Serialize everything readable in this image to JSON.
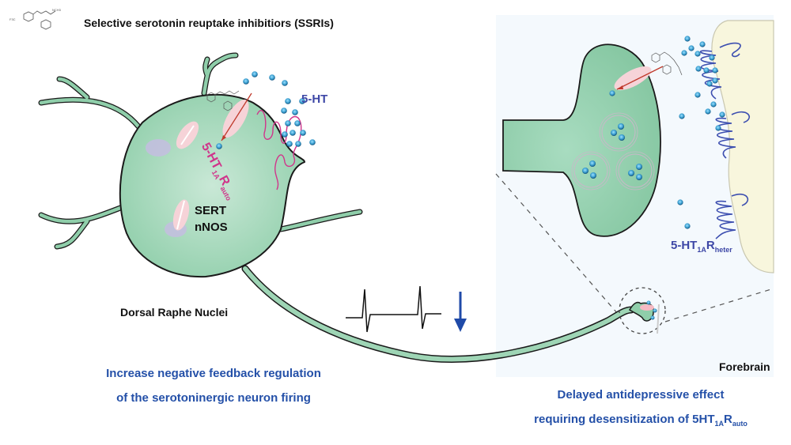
{
  "header": {
    "title": "Selective serotonin reuptake inhibitiors (SSRIs)",
    "molecule_icon": "fluoxetine-structure-icon"
  },
  "left_panel": {
    "region_label": "Dorsal Raphe Nuclei",
    "neurotransmitter_label": "5-HT",
    "autoreceptor_label": {
      "main": "5-HT",
      "sub1": "1A",
      "main2": "R",
      "sub2": "auto"
    },
    "transporter_labels": [
      "SERT",
      "nNOS"
    ],
    "caption": [
      "Increase negative feedback regulation",
      "of the serotoninergic neuron firing"
    ],
    "firing_indicator": "decreased-firing-arrow-icon"
  },
  "right_panel": {
    "region_label": "Forebrain",
    "heteroreceptor_label": {
      "main": "5-HT",
      "sub1": "1A",
      "main2": "R",
      "sub2": "heter"
    },
    "caption": {
      "line1": "Delayed antidepressive effect",
      "line2_prefix": "requiring desensitization of 5HT",
      "line2_sub1": "1A",
      "line2_main": "R",
      "line2_sub2": "auto"
    }
  },
  "colors": {
    "neuron_fill": "#8fceaa",
    "neuron_stroke": "#1a1a1a",
    "serotonin_dot": "#3a9fd0",
    "receptor_auto": "#d0358b",
    "receptor_heter": "#3d4fb0",
    "caption_blue": "#2450a8",
    "panel_bg": "#f4f9fd",
    "postsynaptic_fill": "#f8f6dd",
    "transporter_pink": "#f6d3d8",
    "nNOS_purple": "#c4bde0",
    "arrow_red": "#c0392b"
  }
}
